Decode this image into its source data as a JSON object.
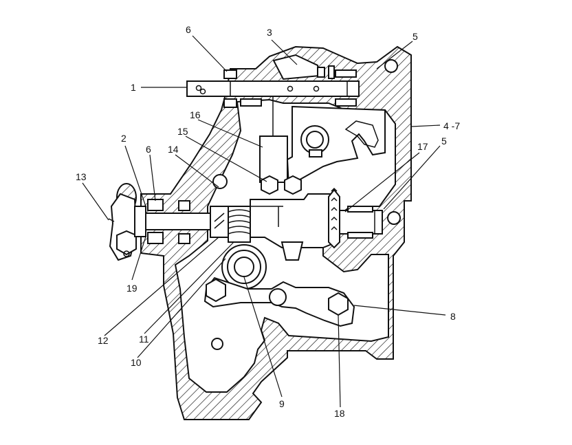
{
  "labels": {
    "l1": "1",
    "l2": "2",
    "l3": "3",
    "l4_7": "4 -7",
    "l5a": "5",
    "l5b": "5",
    "l6a": "6",
    "l6b": "6",
    "l8": "8",
    "l9": "9",
    "l10": "10",
    "l11": "11",
    "l12": "12",
    "l13": "13",
    "l14": "14",
    "l15": "15",
    "l16": "16",
    "l17": "17",
    "l18": "18",
    "l19": "19"
  }
}
